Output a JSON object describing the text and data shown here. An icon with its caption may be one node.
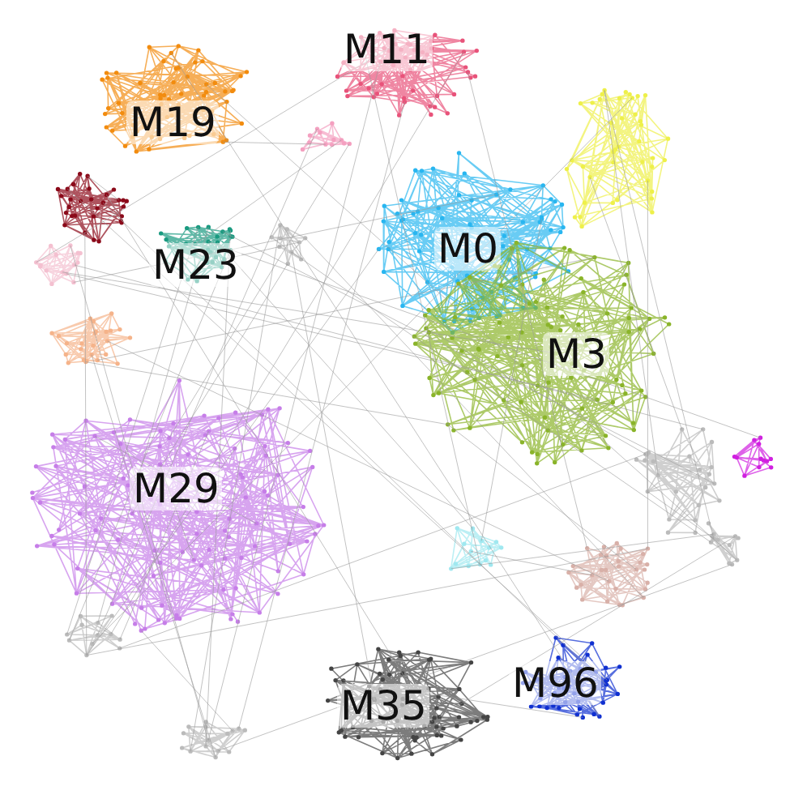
{
  "diagram": {
    "labels": [
      "M11",
      "M19",
      "M0",
      "M23",
      "M3",
      "M29",
      "M35",
      "M96"
    ]
  }
}
